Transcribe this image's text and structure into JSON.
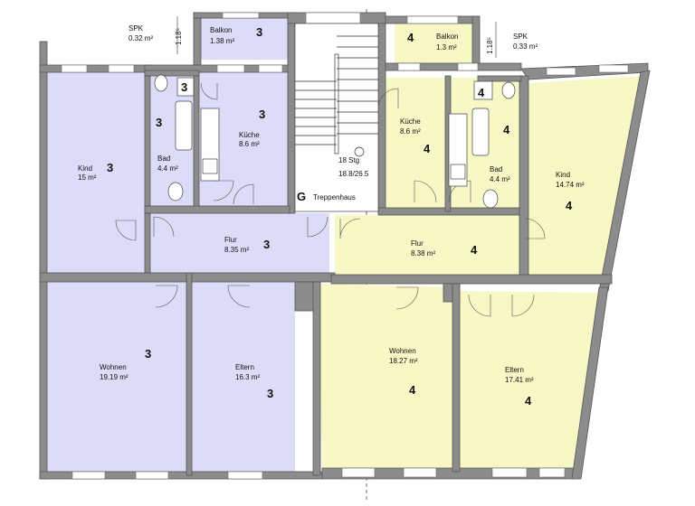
{
  "apartment3": {
    "number": "3",
    "rooms": {
      "balkon": {
        "name": "Balkon",
        "area": "1.38 m²"
      },
      "spk": {
        "name": "SPK",
        "area": "0.32 m²"
      },
      "kueche": {
        "name": "Küche",
        "area": "8.6 m²"
      },
      "bad": {
        "name": "Bad",
        "area": "4.4 m²"
      },
      "kind": {
        "name": "Kind",
        "area": "15 m²"
      },
      "flur": {
        "name": "Flur",
        "area": "8.35 m²"
      },
      "wohnen": {
        "name": "Wohnen",
        "area": "19.19 m²"
      },
      "eltern": {
        "name": "Eltern",
        "area": "16.3 m²"
      }
    },
    "dim": "1.18⁵"
  },
  "apartment4": {
    "number": "4",
    "rooms": {
      "balkon": {
        "name": "Balkon",
        "area": "1.3 m²"
      },
      "spk": {
        "name": "SPK",
        "area": "0.33 m²"
      },
      "kueche": {
        "name": "Küche",
        "area": "8.6 m²"
      },
      "bad": {
        "name": "Bad",
        "area": "4.4 m²"
      },
      "kind": {
        "name": "Kind",
        "area": "14.74 m²"
      },
      "flur": {
        "name": "Flur",
        "area": "8.38 m²"
      },
      "wohnen": {
        "name": "Wohnen",
        "area": "18.27 m²"
      },
      "eltern": {
        "name": "Eltern",
        "area": "17.41 m²"
      }
    },
    "dim": "1.18⁵"
  },
  "stairwell": {
    "letter": "G",
    "name": "Treppenhaus",
    "steps": "18 Stg",
    "ratio": "18.8/26.5"
  },
  "colors": {
    "apartment3": "#dcdcf8",
    "apartment4": "#f8f8c6",
    "wall": "#8c8c8c"
  }
}
